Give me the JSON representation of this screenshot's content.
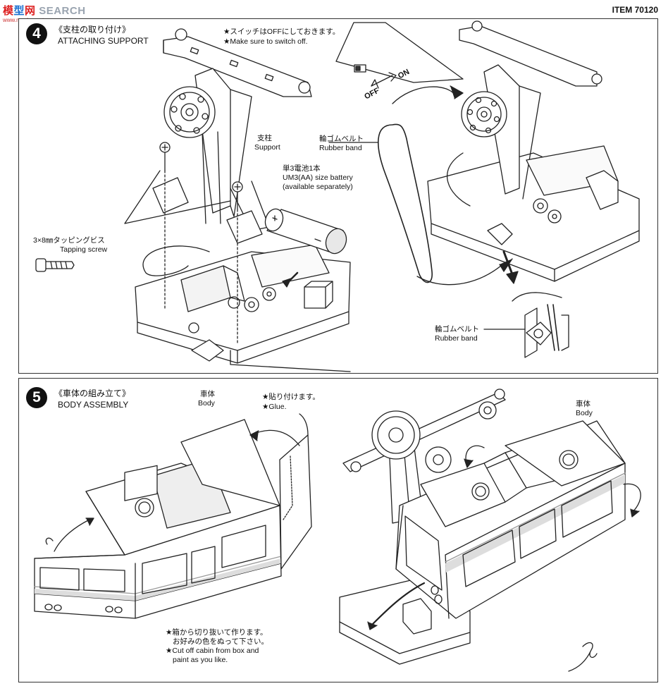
{
  "header": {
    "logo_part1": "模",
    "logo_part2": "型",
    "logo_part3": "网",
    "logo_search": "SEARCH",
    "logo_sub": "www.moxing.net",
    "item_number": "ITEM 70120"
  },
  "step4": {
    "number": "4",
    "title_jp": "《支柱の取り付け》",
    "title_en": "ATTACHING SUPPORT",
    "switch_note_jp": "★スイッチはOFFにしておきます。",
    "switch_note_en": "★Make sure to switch off.",
    "support_jp": "支柱",
    "support_en": "Support",
    "battery_jp": "単3電池1本",
    "battery_en1": "UM3(AA) size battery",
    "battery_en2": "(available separately)",
    "screw_jp": "3×8㎜タッピングビス",
    "screw_en": "Tapping screw",
    "rubber_jp": "輪ゴムベルト",
    "rubber_en": "Rubber band",
    "rubber2_jp": "輪ゴムベルト",
    "rubber2_en": "Rubber band",
    "switch_off": "OFF",
    "switch_on": "ON"
  },
  "step5": {
    "number": "5",
    "title_jp": "《車体の組み立て》",
    "title_en": "BODY ASSEMBLY",
    "body_jp": "車体",
    "body_en": "Body",
    "glue_jp": "★貼り付けます。",
    "glue_en": "★Glue.",
    "body2_jp": "車体",
    "body2_en": "Body",
    "cut_jp1": "★箱から切り抜いて作ります。",
    "cut_jp2": "お好みの色をぬって下さい。",
    "cut_en1": "★Cut off cabin from box and",
    "cut_en2": "paint as you like."
  }
}
